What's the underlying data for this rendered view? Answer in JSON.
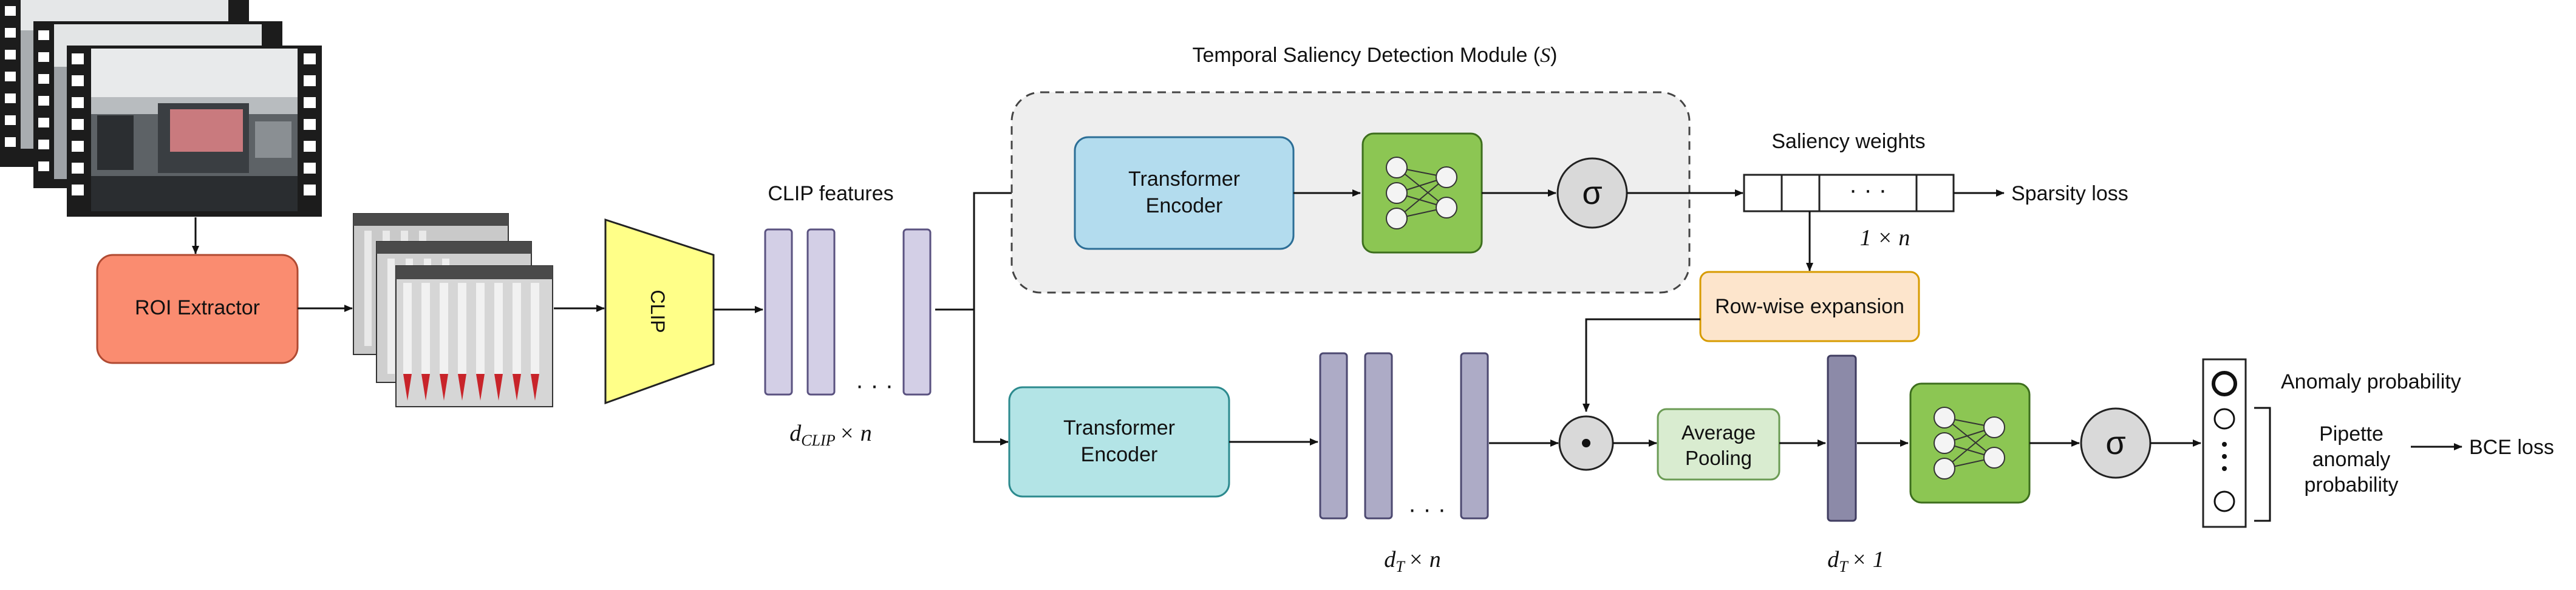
{
  "module": {
    "title": "Temporal Saliency Detection Module",
    "symbol": "S"
  },
  "blocks": {
    "roi_extractor": "ROI Extractor",
    "clip": "CLIP",
    "transformer_top_line1": "Transformer",
    "transformer_top_line2": "Encoder",
    "transformer_bottom_line1": "Transformer",
    "transformer_bottom_line2": "Encoder",
    "row_wise_expansion": "Row-wise expansion",
    "avg_pool_line1": "Average",
    "avg_pool_line2": "Pooling"
  },
  "labels": {
    "clip_features": "CLIP features",
    "saliency_weights": "Saliency weights",
    "sparsity_loss": "Sparsity loss",
    "anomaly_probability": "Anomaly probability",
    "pipette_line1": "Pipette",
    "pipette_line2": "anomaly",
    "pipette_line3": "probability",
    "bce_loss": "BCE loss"
  },
  "symbols": {
    "sigma": "σ",
    "dot": "·",
    "ellipsis": "· · ·",
    "vdots": "·"
  },
  "dims": {
    "clip_d": "d",
    "clip_sub": "CLIP",
    "clip_tail": "× n",
    "saliency_dim": "1 × n",
    "t_d": "d",
    "t_sub": "T",
    "t_tail": "× n",
    "pooled_d": "d",
    "pooled_sub": "T",
    "pooled_tail": "× 1"
  },
  "colors": {
    "roi": "#fa8c70",
    "clip": "#ffff88",
    "transformer_top": "#b3dcee",
    "transformer_bottom": "#b3e4e6",
    "mlp": "#8cc653",
    "sigma_node": "#d9d9d9",
    "feature_bar": "#d3cfe6",
    "t_feature_bar": "#adabc6",
    "pooled_bar": "#8c8aa8",
    "row_exp": "#fde5cc",
    "avg_pool": "#d9ecd0",
    "module_bg": "#eeeeee"
  }
}
